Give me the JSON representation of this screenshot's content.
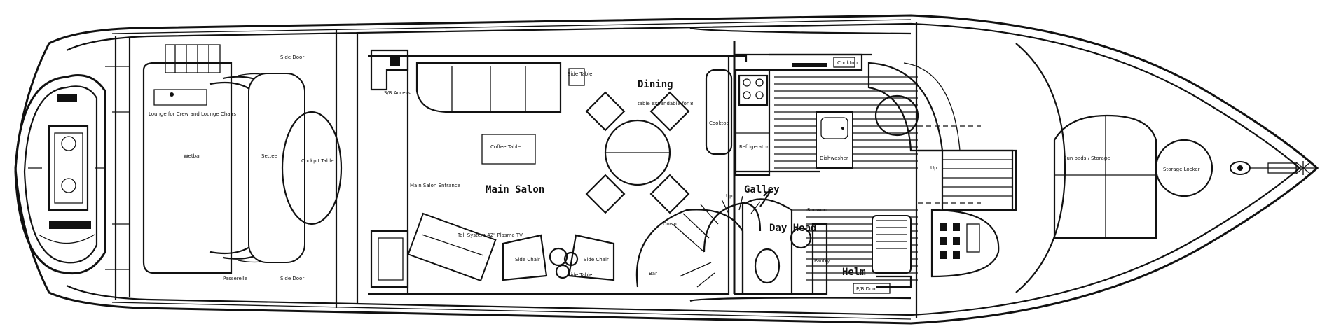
{
  "labels": {
    "main_salon": "Main Salon",
    "dining": "Dining",
    "galley": "Galley",
    "day_head": "Day Head",
    "helm": "Helm",
    "side_chair_1": "Side Chair",
    "side_chair_2": "Side Chair",
    "side_table_top": "Side Table",
    "side_table_bottom": "Side Table",
    "coffee_table": "Coffee Table",
    "table_note": "table expandable for 8",
    "main_salon_entrance": "Main Salon Entrance",
    "tv_system": "Tel. System 42\" Plasma TV",
    "cockpit_table": "Cockpit Table",
    "rear_deck_note": "Lounge for Crew and Lounge Chairs",
    "wetbar": "Wetbar",
    "settee": "Settee",
    "passerelle": "Passerelle",
    "side_door_top": "Side Door",
    "side_door_bottom": "Side Door",
    "sb_access": "S/B Access",
    "cooktop_top": "Cooktop",
    "cooktop_side": "Cooktop",
    "refrigerator": "Refrigerator",
    "dishwasher": "Dishwasher",
    "pantry": "Pantry",
    "shower": "Shower",
    "down": "Down",
    "bar": "Bar",
    "up": "Up",
    "up2": "Up",
    "pb_door": "P/B Door",
    "sun_pads": "Sun pads / Storage",
    "storage_locker": "Storage Locker"
  },
  "colors": {
    "line": "#111111",
    "background": "#ffffff"
  }
}
